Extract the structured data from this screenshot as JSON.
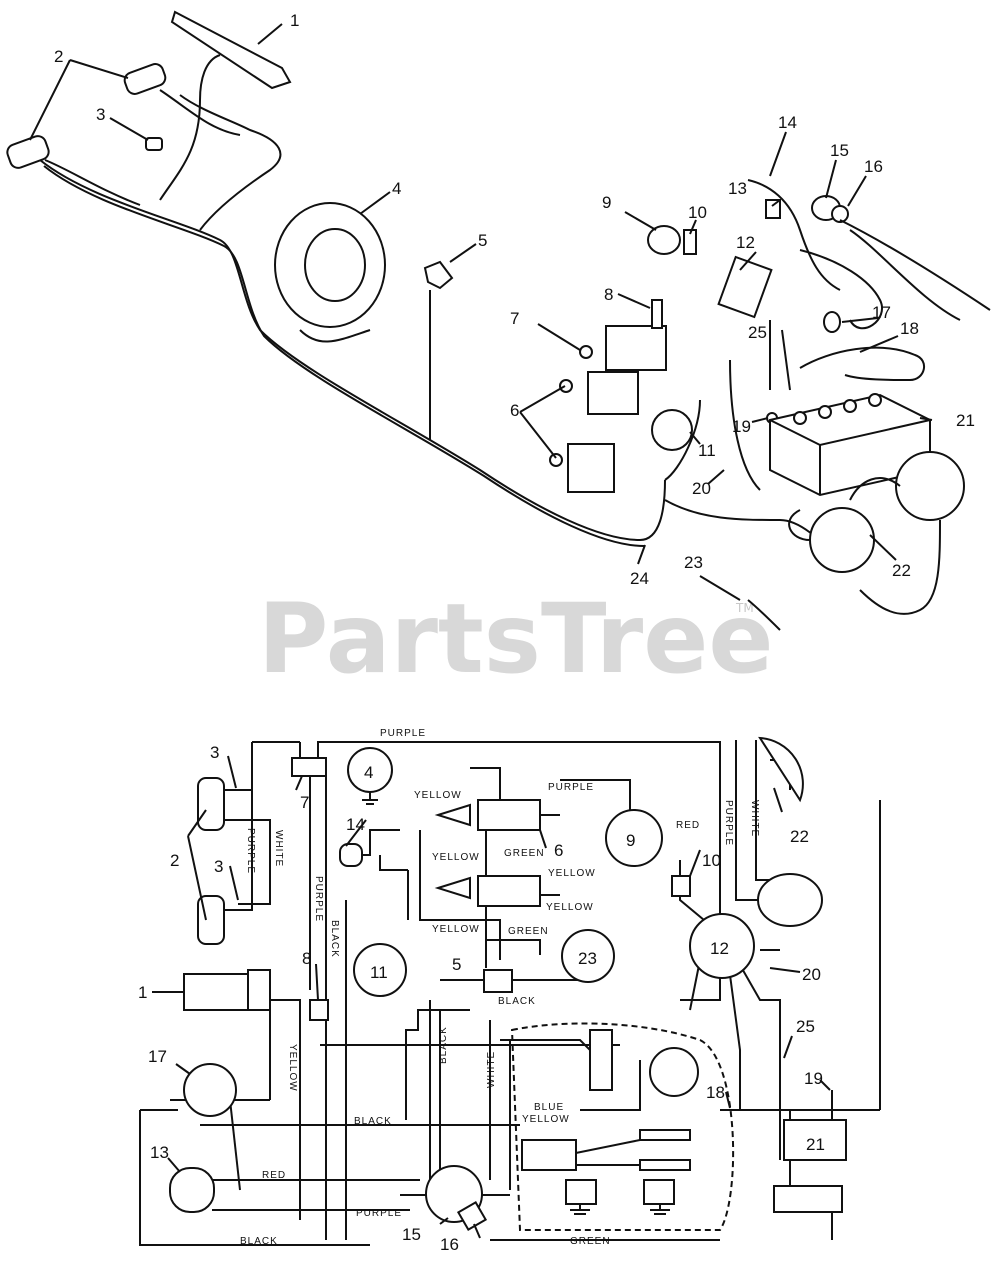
{
  "watermark": {
    "text": "PartsTree",
    "tm": "TM"
  },
  "exploded_callouts": [
    "1",
    "2",
    "3",
    "4",
    "5",
    "6",
    "7",
    "8",
    "9",
    "10",
    "11",
    "12",
    "13",
    "14",
    "15",
    "16",
    "17",
    "18",
    "19",
    "20",
    "21",
    "22",
    "23",
    "24",
    "25"
  ],
  "schematic_callouts": [
    "1",
    "2",
    "3",
    "5",
    "6",
    "7",
    "8",
    "9",
    "10",
    "11",
    "12",
    "13",
    "14",
    "15",
    "16",
    "17",
    "18",
    "19",
    "20",
    "21",
    "22",
    "23",
    "25",
    "4"
  ],
  "wire_labels": {
    "purple_top": "PURPLE",
    "yellow_1": "YELLOW",
    "purple_2": "PURPLE",
    "yellow_2": "YELLOW",
    "green_1": "GREEN",
    "yellow_3": "YELLOW",
    "yellow_4": "YELLOW",
    "green_2": "GREEN",
    "red_1": "RED",
    "purple_v1": "PURPLE",
    "white_v1": "WHITE",
    "purple_v2": "PURPLE",
    "black_v1": "BLACK",
    "purple_v3": "PURPLE",
    "white_v2": "WHITE",
    "black_2": "BLACK",
    "yellow_v": "YELLOW",
    "black_3": "BLACK",
    "black_v2": "BLACK",
    "white_v3": "WHITE",
    "blue": "BLUE",
    "yellow_5": "YELLOW",
    "red_2": "RED",
    "purple_4": "PURPLE",
    "black_4": "BLACK",
    "green_3": "GREEN"
  }
}
